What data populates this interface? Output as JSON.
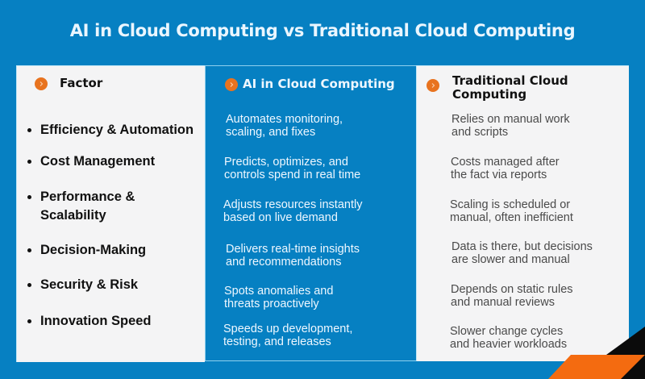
{
  "title": "AI in Cloud Computing vs Traditional Cloud Computing",
  "columns": {
    "factor": {
      "header": "Factor",
      "icon": "chevron-right-circle-icon"
    },
    "ai": {
      "header": "AI in Cloud Computing",
      "icon": "chevron-right-circle-icon"
    },
    "traditional": {
      "header_line1": "Traditional Cloud",
      "header_line2": "Computing",
      "icon": "chevron-right-circle-icon"
    }
  },
  "rows": [
    {
      "factor_line1": "Efficiency & Automation",
      "factor_line2": "",
      "ai_line1": "Automates monitoring,",
      "ai_line2": "scaling, and fixes",
      "trad_line1": "Relies on manual work",
      "trad_line2": "and scripts"
    },
    {
      "factor_line1": "Cost Management",
      "factor_line2": "",
      "ai_line1": "Predicts, optimizes, and",
      "ai_line2": "controls spend in real time",
      "trad_line1": "Costs managed after",
      "trad_line2": "the fact via reports"
    },
    {
      "factor_line1": "Performance &",
      "factor_line2": "Scalability",
      "ai_line1": "Adjusts resources instantly",
      "ai_line2": "based on live demand",
      "trad_line1": "Scaling is scheduled or",
      "trad_line2": "manual, often inefficient"
    },
    {
      "factor_line1": "Decision-Making",
      "factor_line2": "",
      "ai_line1": "Delivers real-time insights",
      "ai_line2": "and recommendations",
      "trad_line1": "Data is there, but decisions",
      "trad_line2": "are slower and manual"
    },
    {
      "factor_line1": "Security & Risk",
      "factor_line2": "",
      "ai_line1": "Spots anomalies and",
      "ai_line2": "threats proactively",
      "trad_line1": "Depends on static rules",
      "trad_line2": "and manual reviews"
    },
    {
      "factor_line1": "Innovation Speed",
      "factor_line2": "",
      "ai_line1": "Speeds up development,",
      "ai_line2": "testing, and releases",
      "trad_line1": "Slower change cycles",
      "trad_line2": "and heavier workloads"
    }
  ],
  "colors": {
    "background": "#0680c2",
    "panel": "#f4f4f5",
    "accent": "#e8731f",
    "dark": "#111111"
  }
}
